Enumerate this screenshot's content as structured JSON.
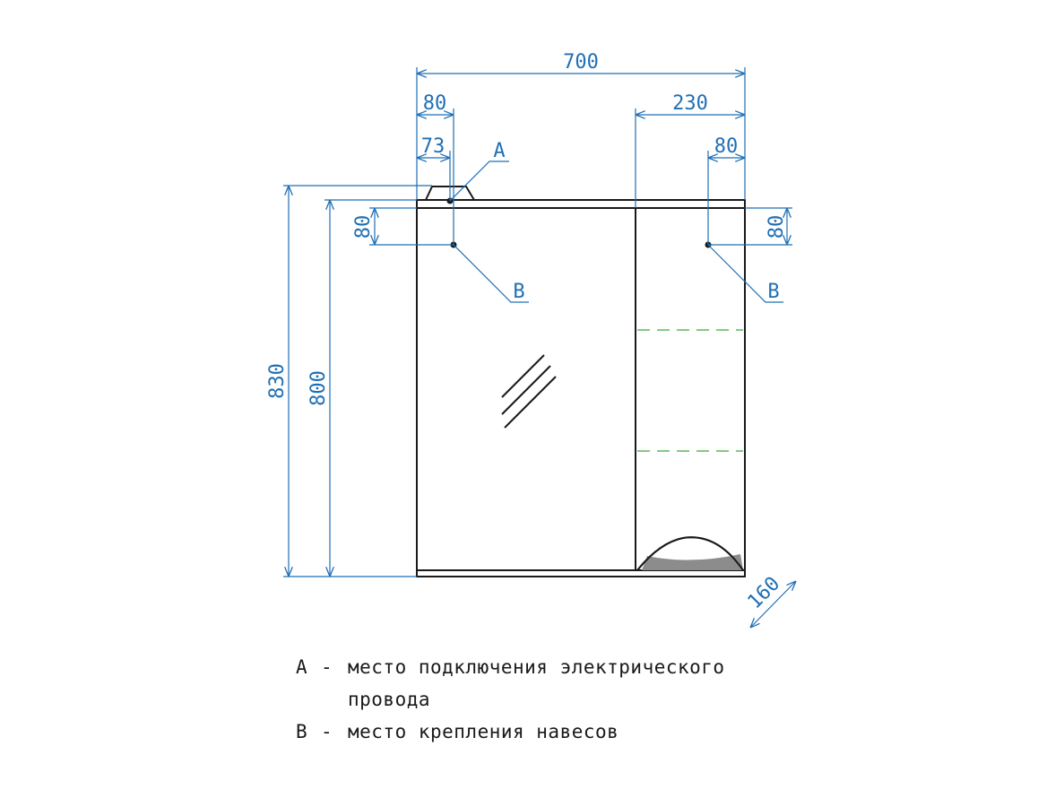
{
  "dimensions": {
    "width_total": "700",
    "offset_left_80": "80",
    "offset_left_73": "73",
    "right_section_230": "230",
    "offset_right_80": "80",
    "height_total_830": "830",
    "height_body_800": "800",
    "mount_left_80": "80",
    "mount_right_80": "80",
    "depth_160": "160"
  },
  "markers": {
    "a": "A",
    "b_left": "B",
    "b_right": "B"
  },
  "legend": {
    "a_key": "A",
    "a_dash": "-",
    "a_text": "место подключения электрического",
    "a_text_cont": "провода",
    "b_key": "B",
    "b_dash": "-",
    "b_text": "место крепления навесов"
  },
  "colors": {
    "dimension_blue": "#1f6fb5",
    "outline": "#1a1a1a",
    "shelf_green": "#5cb85c",
    "shade_gray": "#8c8c8c"
  }
}
